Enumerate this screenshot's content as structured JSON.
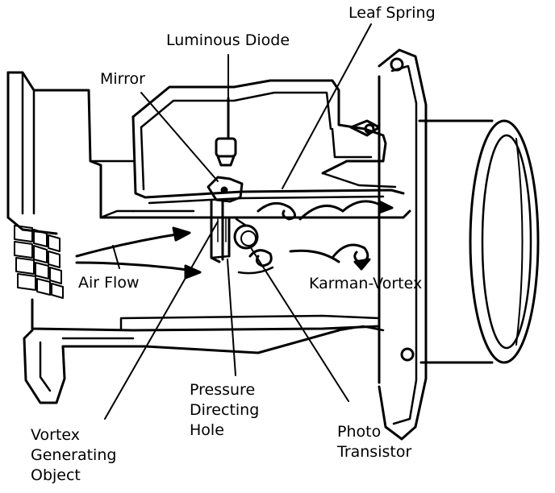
{
  "labels": {
    "leaf_spring": "Leaf Spring",
    "luminous_diode": "Luminous Diode",
    "mirror": "Mirror",
    "air_flow": "Air Flow",
    "karman_vortex": "Karman-Vortex",
    "pressure_directing_hole": [
      "Pressure",
      "Directing",
      "Hole"
    ],
    "vortex_generating_object": [
      "Vortex",
      "Generating",
      "Object"
    ],
    "photo_transistor": [
      "Photo",
      "Transistor"
    ]
  },
  "colors": {
    "ink": "#000000",
    "paper": "#ffffff"
  }
}
